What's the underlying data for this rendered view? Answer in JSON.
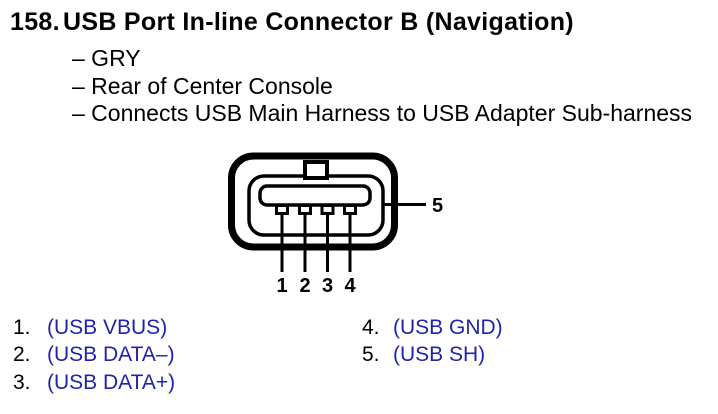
{
  "colors": {
    "ink": "#000000",
    "link_blue": "#2222aa",
    "background": "#ffffff"
  },
  "header": {
    "item_number": "158.",
    "title": "USB Port In-line Connector B (Navigation)"
  },
  "details": [
    "– GRY",
    "– Rear of Center Console",
    "– Connects USB Main Harness to USB Adapter Sub-harness"
  ],
  "diagram": {
    "pin_callouts": [
      "1",
      "2",
      "3",
      "4"
    ],
    "shell_callout": "5"
  },
  "legend": {
    "left": [
      {
        "num": "1.",
        "name": "(USB VBUS)"
      },
      {
        "num": "2.",
        "name": "(USB DATA–)"
      },
      {
        "num": "3.",
        "name": "(USB DATA+)"
      }
    ],
    "right": [
      {
        "num": "4.",
        "name": "(USB GND)"
      },
      {
        "num": "5.",
        "name": "(USB SH)"
      }
    ]
  }
}
